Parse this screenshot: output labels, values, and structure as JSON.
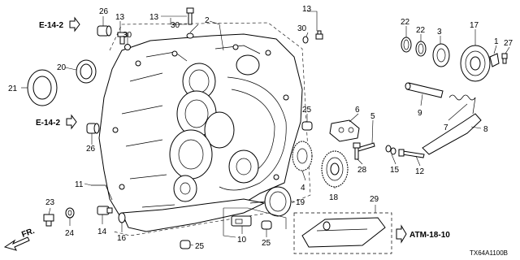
{
  "diagram": {
    "part_numbers": [
      "1",
      "2",
      "3",
      "4",
      "5",
      "6",
      "7",
      "8",
      "9",
      "10",
      "11",
      "12",
      "13",
      "14",
      "15",
      "16",
      "17",
      "18",
      "19",
      "20",
      "21",
      "22",
      "23",
      "24",
      "25",
      "26",
      "27",
      "28",
      "29",
      "30"
    ],
    "callouts": {
      "c1": "1",
      "c2": "2",
      "c3": "3",
      "c4": "4",
      "c5": "5",
      "c6": "6",
      "c7": "7",
      "c8": "8",
      "c9": "9",
      "c10": "10",
      "c11": "11",
      "c12": "12",
      "c13a": "13",
      "c13b": "13",
      "c13c": "13",
      "c14": "14",
      "c15": "15",
      "c16": "16",
      "c17": "17",
      "c18": "18",
      "c19": "19",
      "c20": "20",
      "c21": "21",
      "c22a": "22",
      "c22b": "22",
      "c23": "23",
      "c24": "24",
      "c25a": "25",
      "c25b": "25",
      "c25c": "25",
      "c26a": "26",
      "c26b": "26",
      "c27": "27",
      "c28": "28",
      "c29": "29",
      "c30a": "30",
      "c30b": "30",
      "c30c": "30"
    },
    "references": {
      "e142_top": "E-14-2",
      "e142_left": "E-14-2",
      "atm": "ATM-18-10"
    },
    "direction_label": "FR.",
    "diagram_code": "TX64A1100B"
  }
}
